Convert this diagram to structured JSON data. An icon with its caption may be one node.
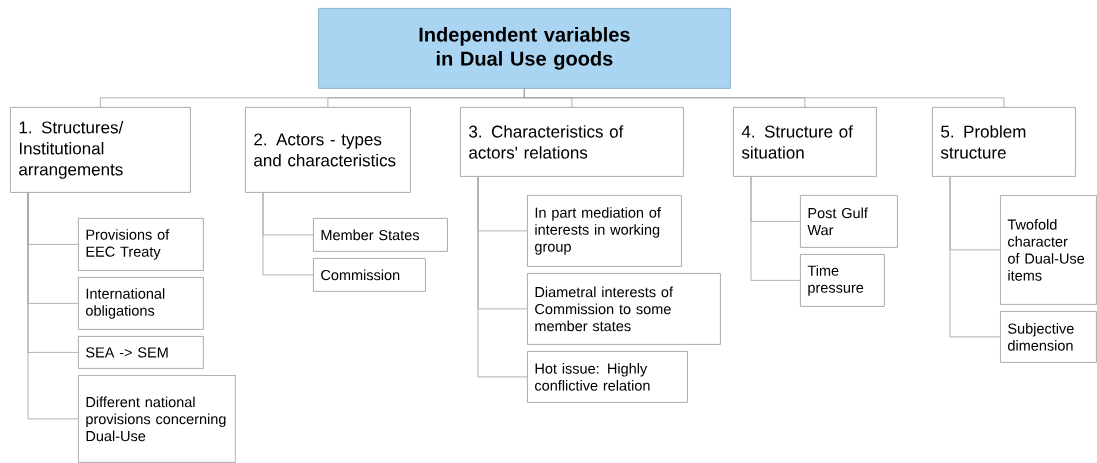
{
  "diagram": {
    "nodes": [
      {
        "text": [
          "Independent variables in Dual Use goods"
        ]
      },
      {
        "text": [
          "1. Structures/ Institutional arrangements"
        ]
      },
      {
        "text": [
          "2. Actors - types and characteristics"
        ]
      },
      {
        "text": [
          "3. Characteristics of actors' relations"
        ]
      },
      {
        "text": [
          "4. Structure of situation"
        ]
      },
      {
        "text": [
          "5. Problem structure"
        ]
      },
      {
        "text": [
          "Provisions of EEC Treaty"
        ]
      },
      {
        "text": [
          "International obligations"
        ]
      },
      {
        "text": [
          "SEA -> SEM"
        ]
      },
      {
        "text": [
          "Different national provisions concerning Dual-Use"
        ]
      },
      {
        "text": [
          "Member States"
        ]
      },
      {
        "text": [
          "Commission"
        ]
      },
      {
        "text": [
          "In part mediation of interests in working group"
        ]
      },
      {
        "text": [
          "Diametral interests of Commission to some member states"
        ]
      },
      {
        "text": [
          "Hot issue: Highly conflictive relation"
        ]
      },
      {
        "text": [
          "Post Gulf War"
        ]
      },
      {
        "text": [
          "Time pressure"
        ]
      },
      {
        "text": [
          "Twofold character of Dual-Use items"
        ]
      },
      {
        "text": [
          "Subjective dimension"
        ]
      }
    ],
    "edges": [
      {
        "from": 0,
        "to": 1,
        "arrow": "none"
      },
      {
        "from": 0,
        "to": 2,
        "arrow": "none"
      },
      {
        "from": 0,
        "to": 3,
        "arrow": "none"
      },
      {
        "from": 0,
        "to": 4,
        "arrow": "none"
      },
      {
        "from": 0,
        "to": 5,
        "arrow": "none"
      },
      {
        "from": 1,
        "to": 6,
        "arrow": "none"
      },
      {
        "from": 1,
        "to": 7,
        "arrow": "none"
      },
      {
        "from": 1,
        "to": 8,
        "arrow": "none"
      },
      {
        "from": 1,
        "to": 9,
        "arrow": "none"
      },
      {
        "from": 2,
        "to": 10,
        "arrow": "none"
      },
      {
        "from": 2,
        "to": 11,
        "arrow": "none"
      },
      {
        "from": 3,
        "to": 12,
        "arrow": "none"
      },
      {
        "from": 3,
        "to": 13,
        "arrow": "none"
      },
      {
        "from": 3,
        "to": 14,
        "arrow": "none"
      },
      {
        "from": 4,
        "to": 15,
        "arrow": "none"
      },
      {
        "from": 4,
        "to": 16,
        "arrow": "none"
      },
      {
        "from": 5,
        "to": 17,
        "arrow": "none"
      },
      {
        "from": 5,
        "to": 18,
        "arrow": "none"
      }
    ]
  }
}
